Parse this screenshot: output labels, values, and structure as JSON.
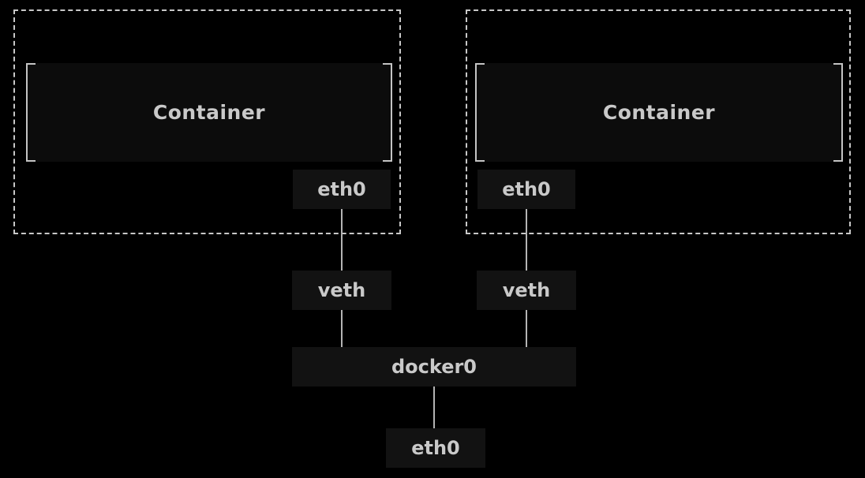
{
  "diagram": {
    "type": "docker-bridge-network-diagram",
    "namespaces": [
      {
        "container_label": "Container",
        "interface_label": "eth0"
      },
      {
        "container_label": "Container",
        "interface_label": "eth0"
      }
    ],
    "veth_labels": [
      "veth",
      "veth"
    ],
    "bridge_label": "docker0",
    "host_interface_label": "eth0",
    "colors": {
      "background": "#000000",
      "node_fill": "#121212",
      "container_fill": "#0c0c0c",
      "text": "#c9c9c9",
      "connector_line": "#b4b4b4",
      "dashed_border": "#c8c8c8",
      "bracket": "#c4c4c4"
    }
  }
}
